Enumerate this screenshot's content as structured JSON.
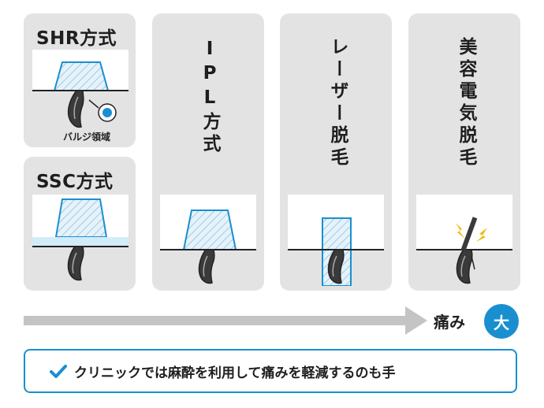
{
  "methods": {
    "shr": {
      "title": "SHR方式",
      "bulge_label": "バルジ領域"
    },
    "ssc": {
      "title": "SSC方式"
    },
    "ipl": {
      "title": "IPL方式"
    },
    "laser": {
      "title": "レーザー脱毛"
    },
    "electric": {
      "title": "美容電気脱毛"
    }
  },
  "scale": {
    "label": "痛み",
    "badge": "大"
  },
  "note": {
    "text": "クリニックでは麻酔を利用して痛みを軽減するのも手"
  },
  "colors": {
    "accent": "#1a8fd0",
    "card_bg": "#e3e3e3",
    "arrow": "#c4c4c4",
    "hair": "#3a3a3a",
    "beam": "#8ec8ea",
    "spark": "#f2b705"
  }
}
